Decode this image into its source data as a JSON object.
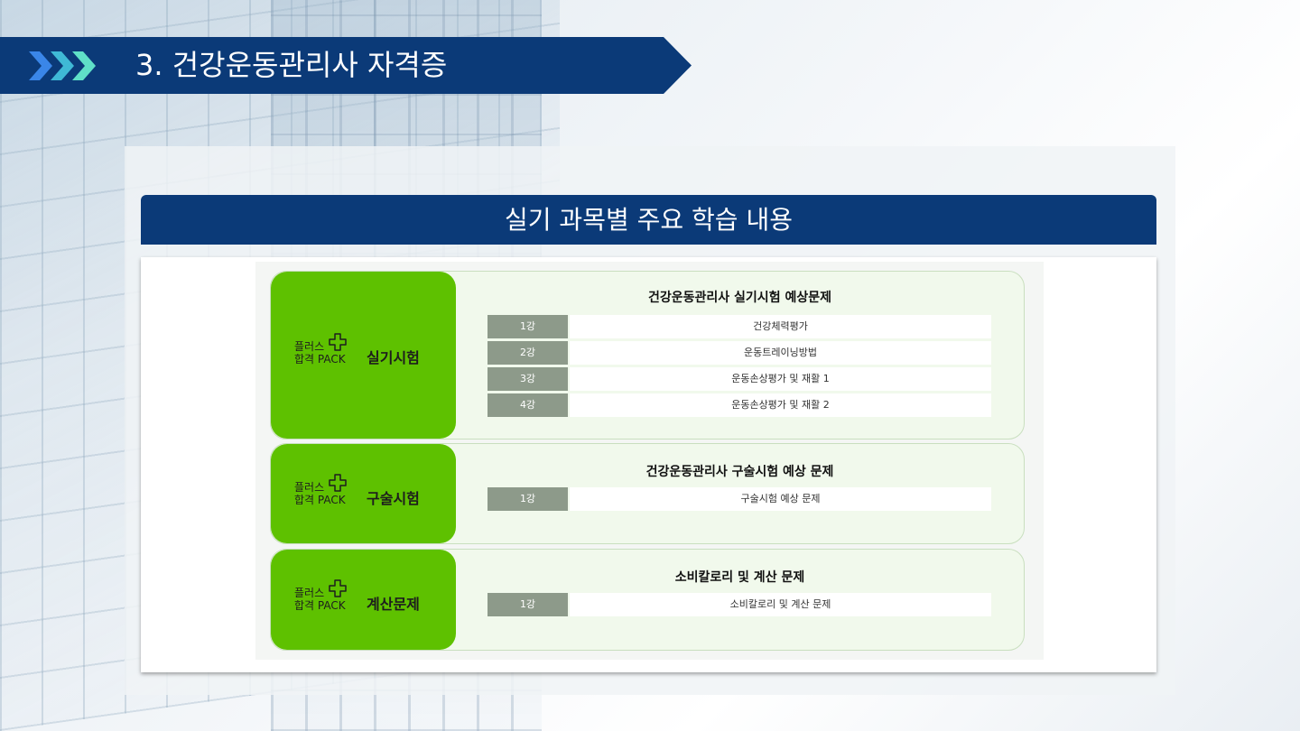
{
  "page": {
    "title": "3. 건강운동관리사 자격증",
    "section_header": "실기 과목별 주요 학습 내용"
  },
  "colors": {
    "banner": "#0b3a78",
    "green": "#5ec100",
    "row_num_bg": "#8d9a8a",
    "block_bg": "#f1f9ec"
  },
  "blocks": [
    {
      "brand_line1": "플러스",
      "brand_line2": "합격 PACK",
      "label": "실기시험",
      "title": "건강운동관리사 실기시험 예상문제",
      "rows": [
        {
          "num": "1강",
          "text": "건강체력평가"
        },
        {
          "num": "2강",
          "text": "운동트레이닝방법"
        },
        {
          "num": "3강",
          "text": "운동손상평가 및 재활 1"
        },
        {
          "num": "4강",
          "text": "운동손상평가 및 재활 2"
        }
      ]
    },
    {
      "brand_line1": "플러스",
      "brand_line2": "합격 PACK",
      "label": "구술시험",
      "title": "건강운동관리사 구술시험 예상 문제",
      "rows": [
        {
          "num": "1강",
          "text": "구술시험 예상 문제"
        }
      ]
    },
    {
      "brand_line1": "플러스",
      "brand_line2": "합격 PACK",
      "label": "계산문제",
      "title": "소비칼로리 및 계산 문제",
      "rows": [
        {
          "num": "1강",
          "text": "소비칼로리 및 계산 문제"
        }
      ]
    }
  ]
}
